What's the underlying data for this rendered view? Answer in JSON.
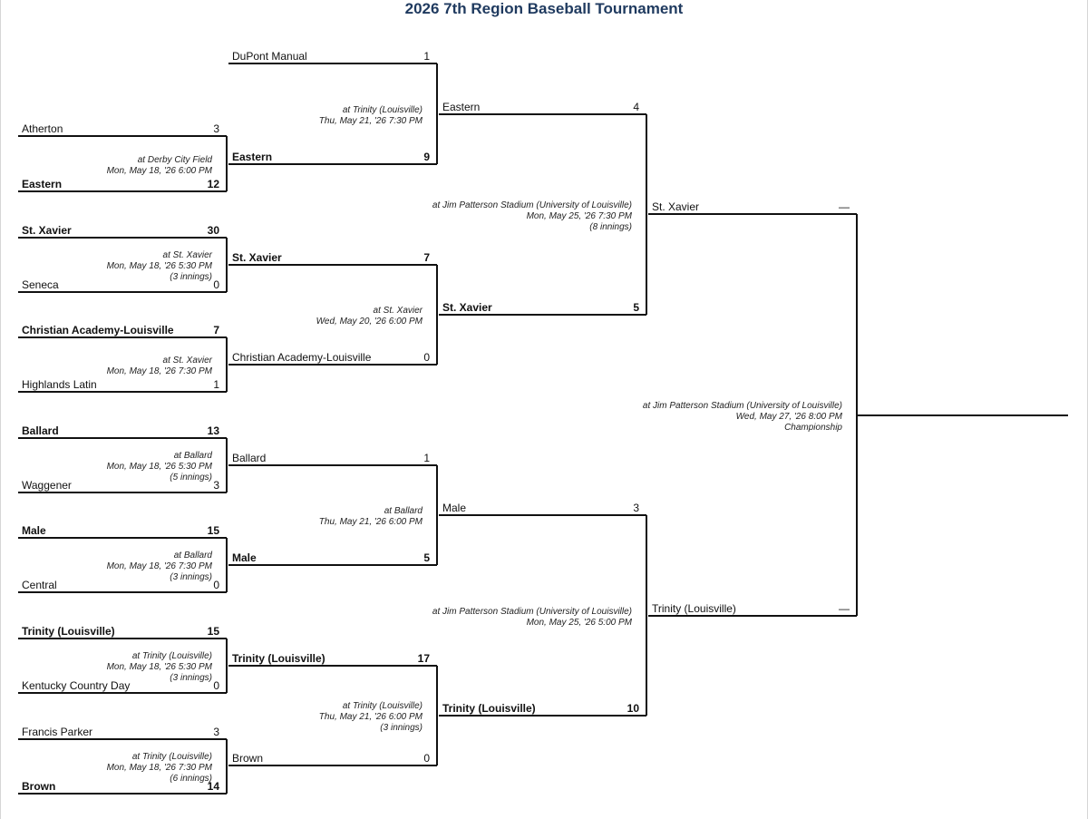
{
  "title": "2026 7th Region Baseball Tournament",
  "round1": [
    {
      "top": {
        "team": "Atherton",
        "score": "3",
        "winner": false
      },
      "bottom": {
        "team": "Eastern",
        "score": "12",
        "winner": true
      },
      "info": [
        "at Derby City Field",
        "Mon, May 18, '26 6:00 PM"
      ]
    },
    {
      "top": {
        "team": "St. Xavier",
        "score": "30",
        "winner": true
      },
      "bottom": {
        "team": "Seneca",
        "score": "0",
        "winner": false
      },
      "info": [
        "at St. Xavier",
        "Mon, May 18, '26 5:30 PM",
        "(3 innings)"
      ]
    },
    {
      "top": {
        "team": "Christian Academy-Louisville",
        "score": "7",
        "winner": true
      },
      "bottom": {
        "team": "Highlands Latin",
        "score": "1",
        "winner": false
      },
      "info": [
        "at St. Xavier",
        "Mon, May 18, '26 7:30 PM"
      ]
    },
    {
      "top": {
        "team": "Ballard",
        "score": "13",
        "winner": true
      },
      "bottom": {
        "team": "Waggener",
        "score": "3",
        "winner": false
      },
      "info": [
        "at Ballard",
        "Mon, May 18, '26 5:30 PM",
        "(5 innings)"
      ]
    },
    {
      "top": {
        "team": "Male",
        "score": "15",
        "winner": true
      },
      "bottom": {
        "team": "Central",
        "score": "0",
        "winner": false
      },
      "info": [
        "at Ballard",
        "Mon, May 18, '26 7:30 PM",
        "(3 innings)"
      ]
    },
    {
      "top": {
        "team": "Trinity (Louisville)",
        "score": "15",
        "winner": true
      },
      "bottom": {
        "team": "Kentucky Country Day",
        "score": "0",
        "winner": false
      },
      "info": [
        "at Trinity (Louisville)",
        "Mon, May 18, '26 5:30 PM",
        "(3 innings)"
      ]
    },
    {
      "top": {
        "team": "Francis Parker",
        "score": "3",
        "winner": false
      },
      "bottom": {
        "team": "Brown",
        "score": "14",
        "winner": true
      },
      "info": [
        "at Trinity (Louisville)",
        "Mon, May 18, '26 7:30 PM",
        "(6 innings)"
      ]
    }
  ],
  "round2": [
    {
      "top": {
        "team": "DuPont Manual",
        "score": "1",
        "winner": false
      },
      "bottom": {
        "team": "Eastern",
        "score": "9",
        "winner": true
      },
      "info": [
        "at Trinity (Louisville)",
        "Thu, May 21, '26 7:30 PM"
      ]
    },
    {
      "top": {
        "team": "St. Xavier",
        "score": "7",
        "winner": true
      },
      "bottom": {
        "team": "Christian Academy-Louisville",
        "score": "0",
        "winner": false
      },
      "info": [
        "at St. Xavier",
        "Wed, May 20, '26 6:00 PM"
      ]
    },
    {
      "top": {
        "team": "Ballard",
        "score": "1",
        "winner": false
      },
      "bottom": {
        "team": "Male",
        "score": "5",
        "winner": true
      },
      "info": [
        "at Ballard",
        "Thu, May 21, '26 6:00 PM"
      ]
    },
    {
      "top": {
        "team": "Trinity (Louisville)",
        "score": "17",
        "winner": true
      },
      "bottom": {
        "team": "Brown",
        "score": "0",
        "winner": false
      },
      "info": [
        "at Trinity (Louisville)",
        "Thu, May 21, '26 6:00 PM",
        "(3 innings)"
      ]
    }
  ],
  "semis": [
    {
      "top": {
        "team": "Eastern",
        "score": "4",
        "winner": false
      },
      "bottom": {
        "team": "St. Xavier",
        "score": "5",
        "winner": true
      },
      "info": [
        "at Jim Patterson Stadium (University of Louisville)",
        "Mon, May 25, '26 7:30 PM",
        "(8 innings)"
      ]
    },
    {
      "top": {
        "team": "Male",
        "score": "3",
        "winner": false
      },
      "bottom": {
        "team": "Trinity (Louisville)",
        "score": "10",
        "winner": true
      },
      "info": [
        "at Jim Patterson Stadium (University of Louisville)",
        "Mon, May 25, '26 5:00 PM"
      ]
    }
  ],
  "final": {
    "top": {
      "team": "St. Xavier",
      "score": "—",
      "winner": false
    },
    "bottom": {
      "team": "Trinity (Louisville)",
      "score": "—",
      "winner": false
    },
    "info": [
      "at Jim Patterson Stadium (University of Louisville)",
      "Wed, May 27, '26 8:00 PM",
      "Championship"
    ]
  },
  "colors": {
    "line": "#111111",
    "title": "#1f3a5f"
  }
}
